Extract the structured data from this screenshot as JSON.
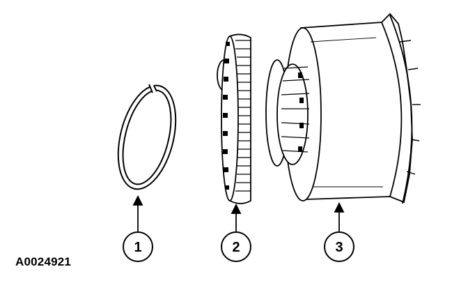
{
  "figure": {
    "reference_id": "A0024921",
    "callouts": [
      {
        "label": "1",
        "part": "snap-ring"
      },
      {
        "label": "2",
        "part": "sun-gear"
      },
      {
        "label": "3",
        "part": "drum-assembly"
      }
    ]
  },
  "colors": {
    "ink": "#000000",
    "paper": "#ffffff"
  }
}
